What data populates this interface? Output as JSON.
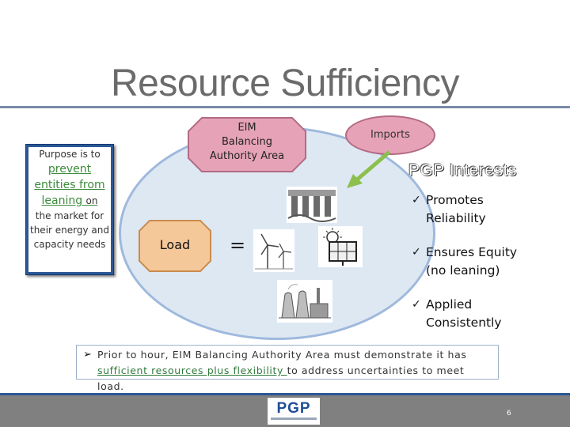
{
  "title": "Resource Sufficiency",
  "purpose": {
    "line1": "Purpose is to",
    "highlight": "prevent entities from leaning ",
    "line_tail": "on",
    "rest": "the market for their energy and capacity needs"
  },
  "eim_box": {
    "line1": "EIM",
    "line2": "Balancing",
    "line3": "Authority Area"
  },
  "imports": "Imports",
  "load": "Load",
  "equals": "=",
  "pgp_interests": {
    "title": "PGP Interests",
    "bullets": [
      {
        "l1": "Promotes",
        "l2": "Reliability"
      },
      {
        "l1": "Ensures Equity",
        "l2": "(no leaning)"
      },
      {
        "l1": "Applied",
        "l2": "Consistently"
      }
    ],
    "check_glyph": "✓"
  },
  "note": {
    "arrow": "➢",
    "part1": "Prior to hour, EIM Balancing Authority Area must demonstrate it has",
    "highlight": "sufficient resources plus flexibility ",
    "part2": "to address uncertainties to meet load."
  },
  "footer": {
    "logo_text": "PGP",
    "page_number": "6"
  },
  "icons": [
    "hydro-dam-icon",
    "wind-turbine-icon",
    "solar-panel-icon",
    "power-plant-icon"
  ],
  "colors": {
    "title_gray": "#6b6b6b",
    "circle_fill": "#dde8f3",
    "eim_fill": "#e6a3b8",
    "load_fill": "#f5c89a",
    "highlight_green": "#3c8c3c",
    "footer_gray": "#808080",
    "brand_blue": "#2b5797"
  }
}
